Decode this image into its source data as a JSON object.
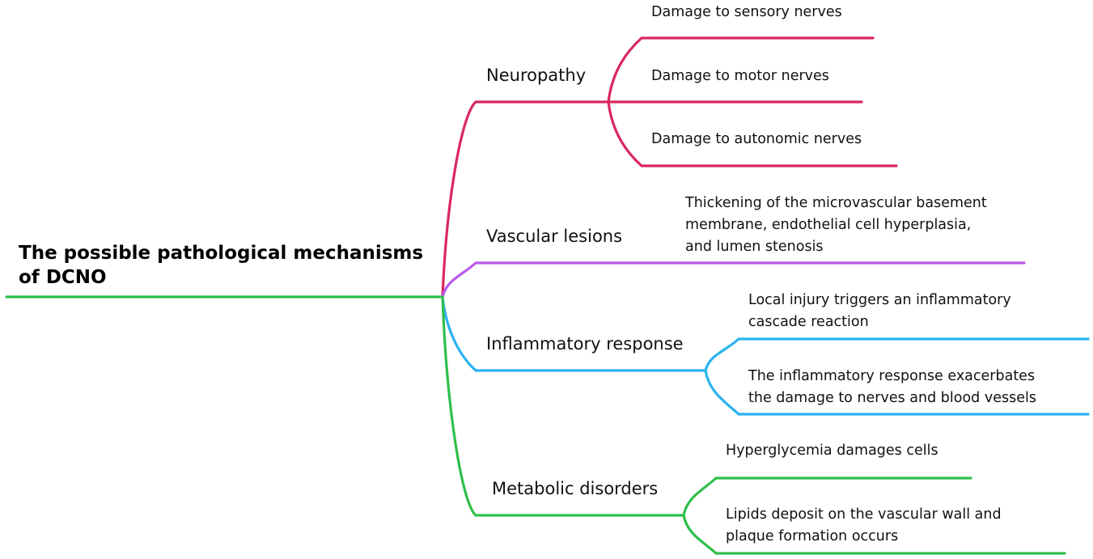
{
  "root": {
    "title_line1": "The possible pathological mechanisms",
    "title_line2": "of DCNO",
    "color": "#2fbf4a"
  },
  "branches": [
    {
      "label": "Neuropathy",
      "color": "#d9275e",
      "children": [
        {
          "lines": [
            "Damage to sensory nerves"
          ]
        },
        {
          "lines": [
            "Damage to motor nerves"
          ]
        },
        {
          "lines": [
            "Damage to autonomic nerves"
          ]
        }
      ]
    },
    {
      "label": "Vascular lesions",
      "color": "#b95ae8",
      "children": [
        {
          "lines": [
            "Thickening of the microvascular basement",
            "membrane, endothelial cell hyperplasia,",
            "and lumen stenosis"
          ]
        }
      ]
    },
    {
      "label": "Inflammatory response",
      "color": "#2ab3f0",
      "children": [
        {
          "lines": [
            "Local injury triggers an inflammatory",
            "cascade reaction"
          ]
        },
        {
          "lines": [
            "The inflammatory response exacerbates",
            "the damage to nerves and blood vessels"
          ]
        }
      ]
    },
    {
      "label": "Metabolic disorders",
      "color": "#2fbf4a",
      "children": [
        {
          "lines": [
            "Hyperglycemia damages cells"
          ]
        },
        {
          "lines": [
            "Lipids deposit on the vascular wall and",
            "plaque formation occurs"
          ]
        }
      ]
    }
  ]
}
